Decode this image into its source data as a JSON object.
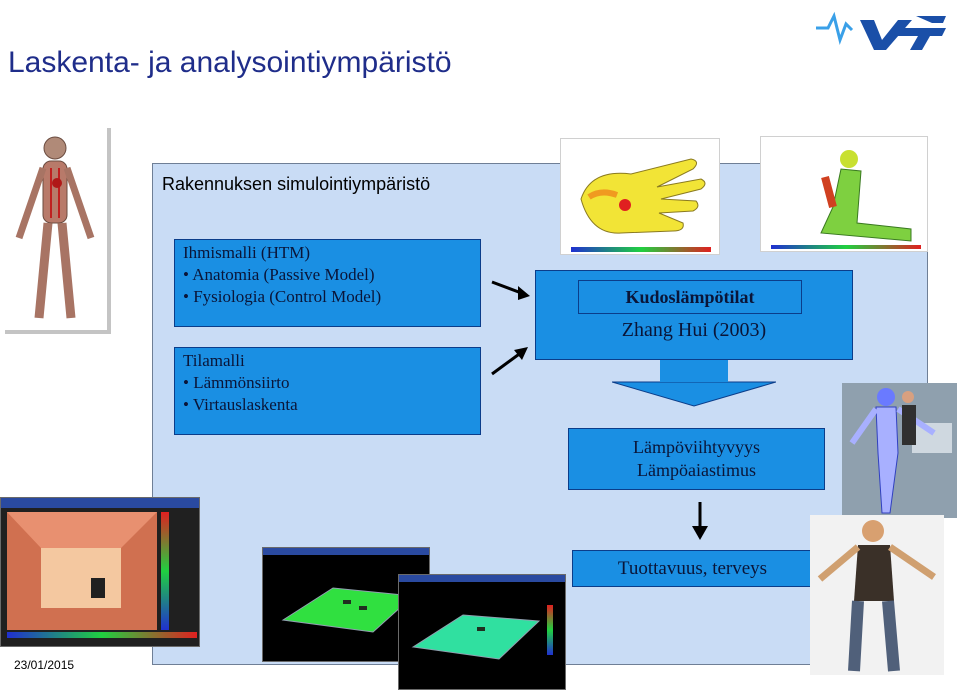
{
  "title": "Laskenta- ja analysointiympäristö",
  "environment_label": "Rakennuksen simulointiympäristö",
  "htm_box": {
    "heading": "Ihmismalli (HTM)",
    "items": [
      "• Anatomia (Passive Model)",
      "• Fysiologia (Control Model)"
    ]
  },
  "tilamalli_box": {
    "heading": "Tilamalli",
    "items": [
      "• Lämmönsiirto",
      "• Virtauslaskenta"
    ]
  },
  "kudos_box": {
    "label": "Kudoslämpötilat",
    "reference": "Zhang Hui (2003)"
  },
  "lampo_box": {
    "lines": [
      "Lämpöviihtyvyys",
      "Lämpöaiastimus"
    ]
  },
  "tuottavuus_box": {
    "label": "Tuottavuus, terveys"
  },
  "date": "23/01/2015",
  "colors": {
    "title": "#1f2d8a",
    "panel": "#c9dcf5",
    "box": "#1a8fe3",
    "logo": "#1a4fa8"
  }
}
